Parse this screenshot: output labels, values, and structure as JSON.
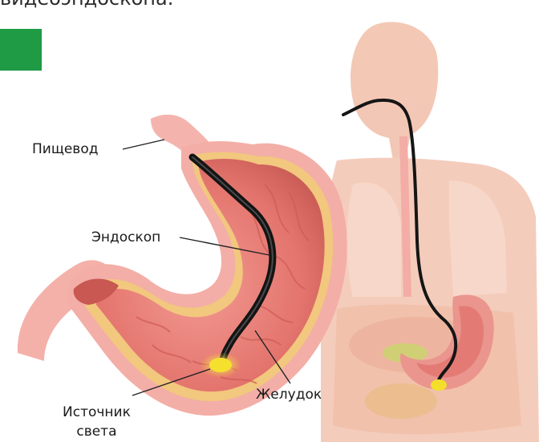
{
  "header": {
    "text": "видеоэндоскопа."
  },
  "colors": {
    "accent_block": "#1f9a45",
    "stomach_outer": "#f3b0ab",
    "stomach_inner": "#e77b74",
    "endoscope": "#161616",
    "light_source": "#f5e02e",
    "body_silhouette": "#f0b9a5"
  },
  "labels": {
    "esophagus": "Пищевод",
    "endoscope": "Эндоскоп",
    "stomach": "Желудок",
    "light_source_line1": "Источник",
    "light_source_line2": "света"
  }
}
